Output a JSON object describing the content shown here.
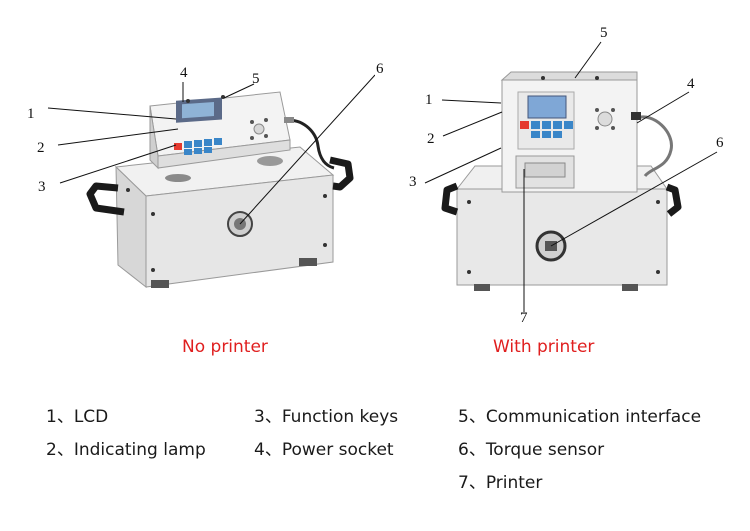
{
  "figures": [
    {
      "caption": "No printer",
      "callouts": [
        "1",
        "2",
        "3",
        "4",
        "5",
        "6"
      ]
    },
    {
      "caption": "With printer",
      "callouts": [
        "1",
        "2",
        "3",
        "4",
        "5",
        "6",
        "7"
      ]
    }
  ],
  "legend": [
    "1、LCD",
    "2、Indicating lamp",
    "3、Function keys",
    "4、Power socket",
    "5、Communication interface",
    "6、Torque sensor",
    "7、Printer"
  ],
  "colors": {
    "caption": "#e01f1f",
    "body_panel": "#e9e9e9",
    "lcd": "#7fa7d6",
    "keys": "#3a86c8",
    "key_red": "#e53a2f"
  }
}
